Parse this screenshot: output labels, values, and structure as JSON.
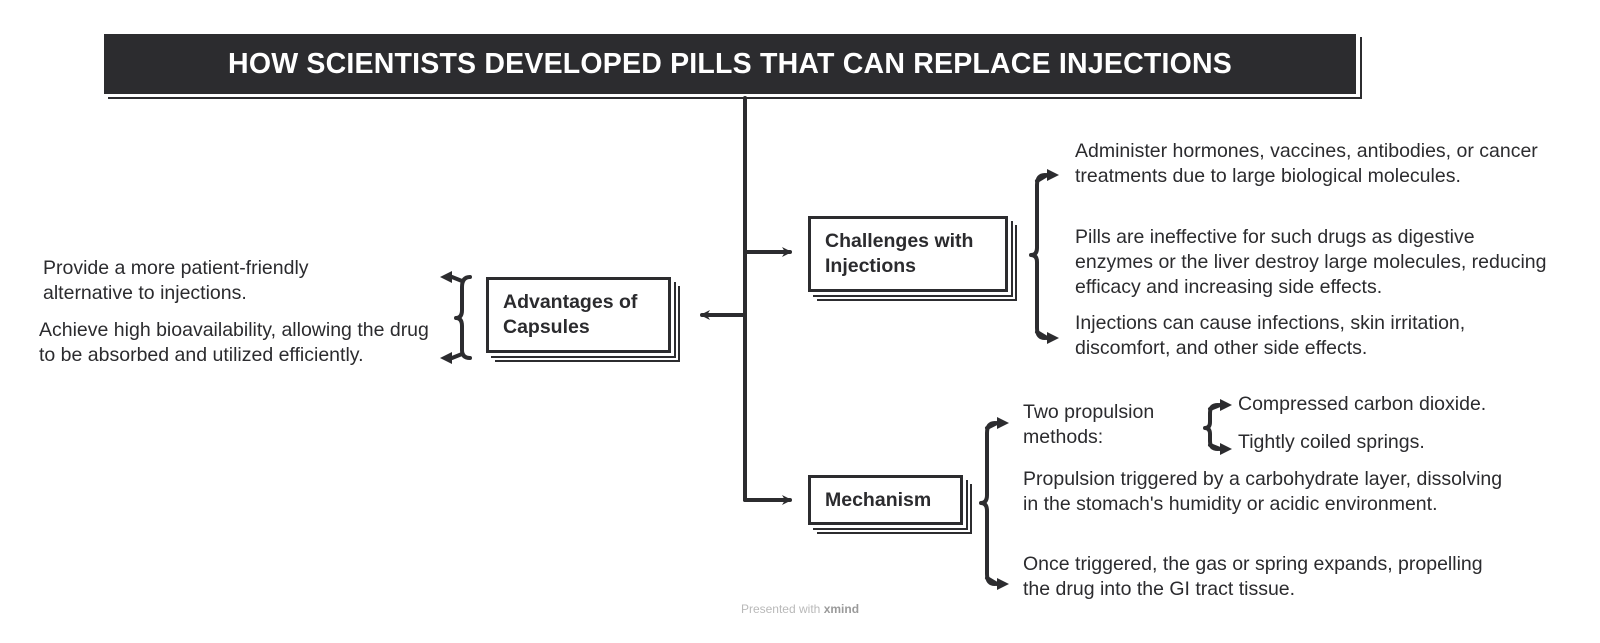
{
  "title": "HOW SCIENTISTS DEVELOPED PILLS THAT CAN REPLACE INJECTIONS",
  "nodes": {
    "advantages": {
      "label": "Advantages of Capsules",
      "items": [
        "Provide a more patient-friendly alternative to injections.",
        "Achieve high bioavailability, allowing the drug to be absorbed and utilized efficiently."
      ]
    },
    "challenges": {
      "label": "Challenges with Injections",
      "items": [
        "Administer hormones, vaccines, antibodies, or cancer treatments due to large biological molecules.",
        "Pills are ineffective for such drugs as digestive enzymes or the liver destroy large molecules, reducing efficacy and increasing side effects.",
        "Injections can cause infections, skin irritation, discomfort, and other side effects."
      ]
    },
    "mechanism": {
      "label": "Mechanism",
      "items": [
        {
          "text": "Two propulsion methods:",
          "children": [
            "Compressed carbon dioxide.",
            "Tightly coiled springs."
          ]
        },
        {
          "text": "Propulsion triggered by a carbohydrate layer, dissolving in the stomach's humidity or acidic environment."
        },
        {
          "text": "Once triggered, the gas or spring expands, propelling the drug into the GI tract tissue."
        }
      ]
    }
  },
  "footer": {
    "prefix": "Presented with",
    "brand": "xmind"
  },
  "colors": {
    "ink": "#2c2c2f",
    "background": "#ffffff"
  }
}
